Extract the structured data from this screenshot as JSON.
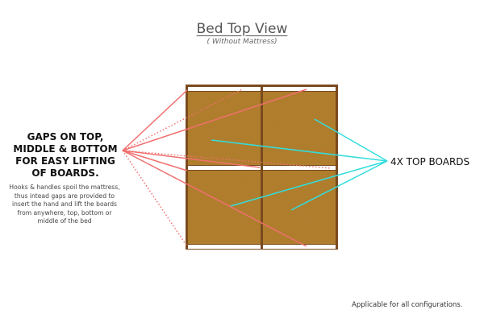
{
  "title": "Bed Top View",
  "subtitle": "( Without Mattress)",
  "left": {
    "heading_lines": [
      "GAPS ON TOP,",
      "MIDDLE & BOTTOM",
      "FOR EASY LIFTING",
      "OF BOARDS."
    ],
    "note_lines": [
      "Hooks & handles spoil the mattress,",
      "thus intead gaps are provided to",
      "insert the hand and lift the boards",
      "from anywhere, top, bottom or",
      "middle of the bed"
    ]
  },
  "right_label": "4X TOP BOARDS",
  "footnote": "Applicable for all configurations.",
  "colors": {
    "board": "#b47e2a",
    "frame": "#7a4a1e",
    "gap_lines": "#f07070",
    "board_lines": "#33dddd"
  }
}
